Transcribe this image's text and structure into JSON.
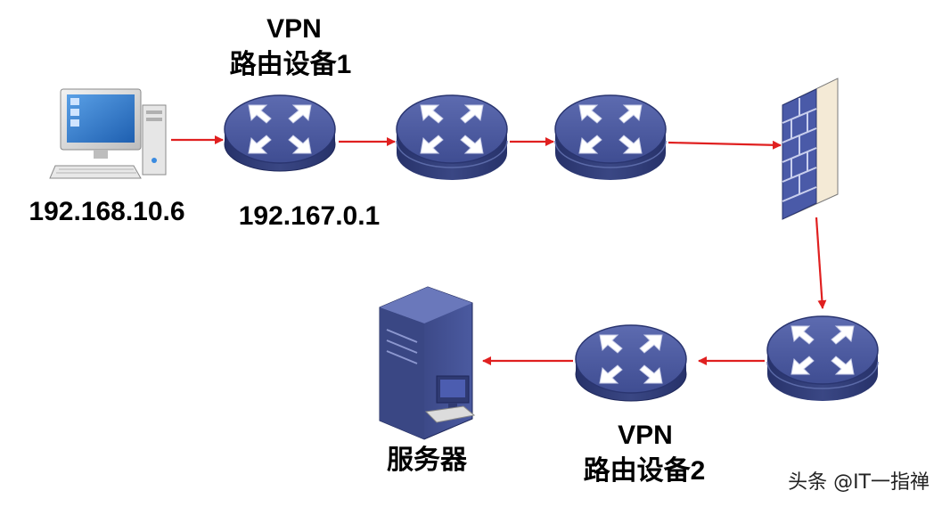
{
  "nodes": {
    "pc": {
      "label": "192.168.10.6"
    },
    "vpn1": {
      "title": "VPN",
      "subtitle": "路由设备1",
      "ip": "192.167.0.1"
    },
    "router2": {},
    "router3": {},
    "firewall": {},
    "router4": {},
    "vpn2": {
      "title": "VPN",
      "subtitle": "路由设备2"
    },
    "server": {
      "label": "服务器"
    }
  },
  "watermark": "头条 @IT一指禅",
  "colors": {
    "arrow": "#e02020",
    "router_top": "#4b5a9e",
    "router_side": "#2e3a78",
    "brick": "#4a5aa8"
  }
}
